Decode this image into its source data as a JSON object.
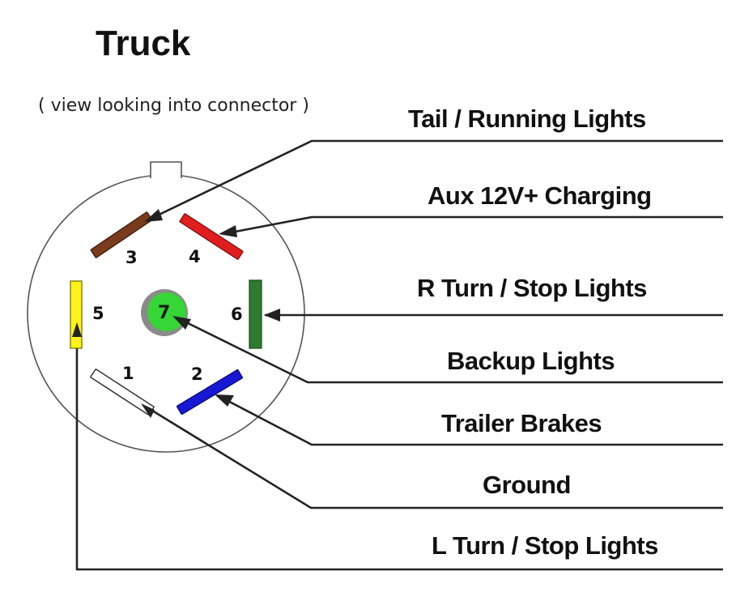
{
  "title": "Truck",
  "subtitle": "( view looking into connector )",
  "colors": {
    "pin1": "#ffffff",
    "pin2": "#1717d6",
    "pin3": "#7a3b1c",
    "pin4": "#e01e1e",
    "pin5": "#fff21a",
    "pin6": "#2f7a2f",
    "pin7": "#35d635",
    "pin7_ring": "#8a8a8a"
  },
  "pins": {
    "p1": "1",
    "p2": "2",
    "p3": "3",
    "p4": "4",
    "p5": "5",
    "p6": "6",
    "p7": "7"
  },
  "labels": {
    "tail_running": "Tail / Running Lights",
    "aux_charging": "Aux 12V+ Charging",
    "r_turn_stop": "R Turn / Stop Lights",
    "backup": "Backup Lights",
    "trailer_brakes": "Trailer Brakes",
    "ground": "Ground",
    "l_turn_stop": "L Turn / Stop Lights"
  }
}
